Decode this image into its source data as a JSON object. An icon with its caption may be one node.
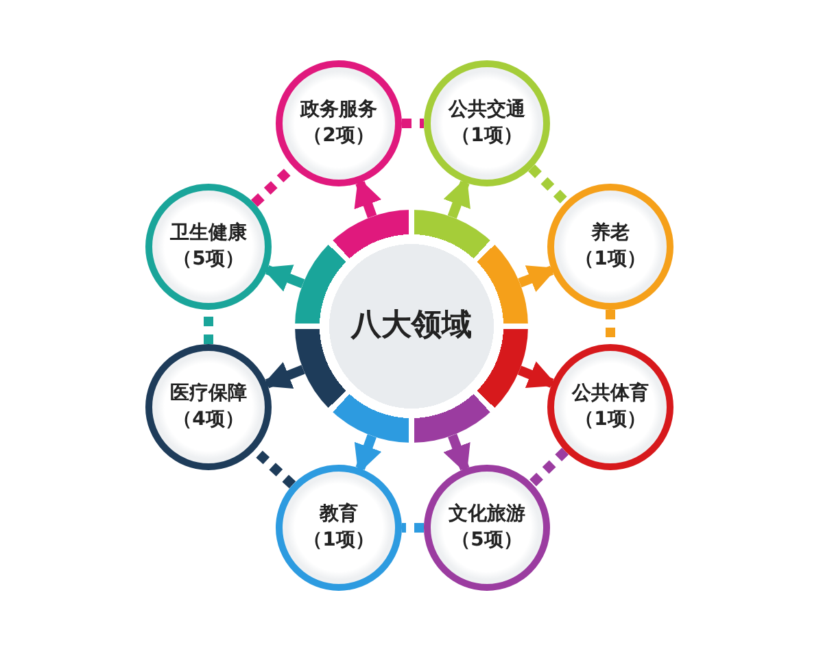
{
  "diagram": {
    "nodes": [
      {
        "text": [
          "八大领域"
        ]
      },
      {
        "text": [
          "政务服务",
          "（2项）"
        ]
      },
      {
        "text": [
          "公共交通",
          "（1项）"
        ]
      },
      {
        "text": [
          "养老",
          "（1项）"
        ]
      },
      {
        "text": [
          "公共体育",
          "（1项）"
        ]
      },
      {
        "text": [
          "文化旅游",
          "（5项）"
        ]
      },
      {
        "text": [
          "教育",
          "（1项）"
        ]
      },
      {
        "text": [
          "医疗保障",
          "（4项）"
        ]
      },
      {
        "text": [
          "卫生健康",
          "（5项）"
        ]
      }
    ],
    "edges": [
      {
        "from": 0,
        "to": 1,
        "arrow": "to",
        "color": "#e0197d"
      },
      {
        "from": 0,
        "to": 2,
        "arrow": "to",
        "color": "#a5cd39"
      },
      {
        "from": 0,
        "to": 3,
        "arrow": "to",
        "color": "#f5a01a"
      },
      {
        "from": 0,
        "to": 4,
        "arrow": "to",
        "color": "#d7191c"
      },
      {
        "from": 0,
        "to": 5,
        "arrow": "to",
        "color": "#9b3ca0"
      },
      {
        "from": 0,
        "to": 6,
        "arrow": "to",
        "color": "#2d9be0"
      },
      {
        "from": 0,
        "to": 7,
        "arrow": "to",
        "color": "#1e3c5a"
      },
      {
        "from": 0,
        "to": 8,
        "arrow": "to",
        "color": "#1aa59a"
      },
      {
        "from": 1,
        "to": 2,
        "arrow": "none",
        "style": "dashed",
        "color": "#e0197d"
      },
      {
        "from": 2,
        "to": 3,
        "arrow": "none",
        "style": "dashed",
        "color": "#a5cd39"
      },
      {
        "from": 3,
        "to": 4,
        "arrow": "none",
        "style": "dashed",
        "color": "#f5a01a"
      },
      {
        "from": 4,
        "to": 5,
        "arrow": "none",
        "style": "dashed",
        "color": "#9b3ca0"
      },
      {
        "from": 5,
        "to": 6,
        "arrow": "none",
        "style": "dashed",
        "color": "#2d9be0"
      },
      {
        "from": 6,
        "to": 7,
        "arrow": "none",
        "style": "dashed",
        "color": "#1e3c5a"
      },
      {
        "from": 7,
        "to": 8,
        "arrow": "none",
        "style": "dashed",
        "color": "#1aa59a"
      },
      {
        "from": 8,
        "to": 1,
        "arrow": "none",
        "style": "dashed",
        "color": "#e0197d"
      }
    ]
  }
}
